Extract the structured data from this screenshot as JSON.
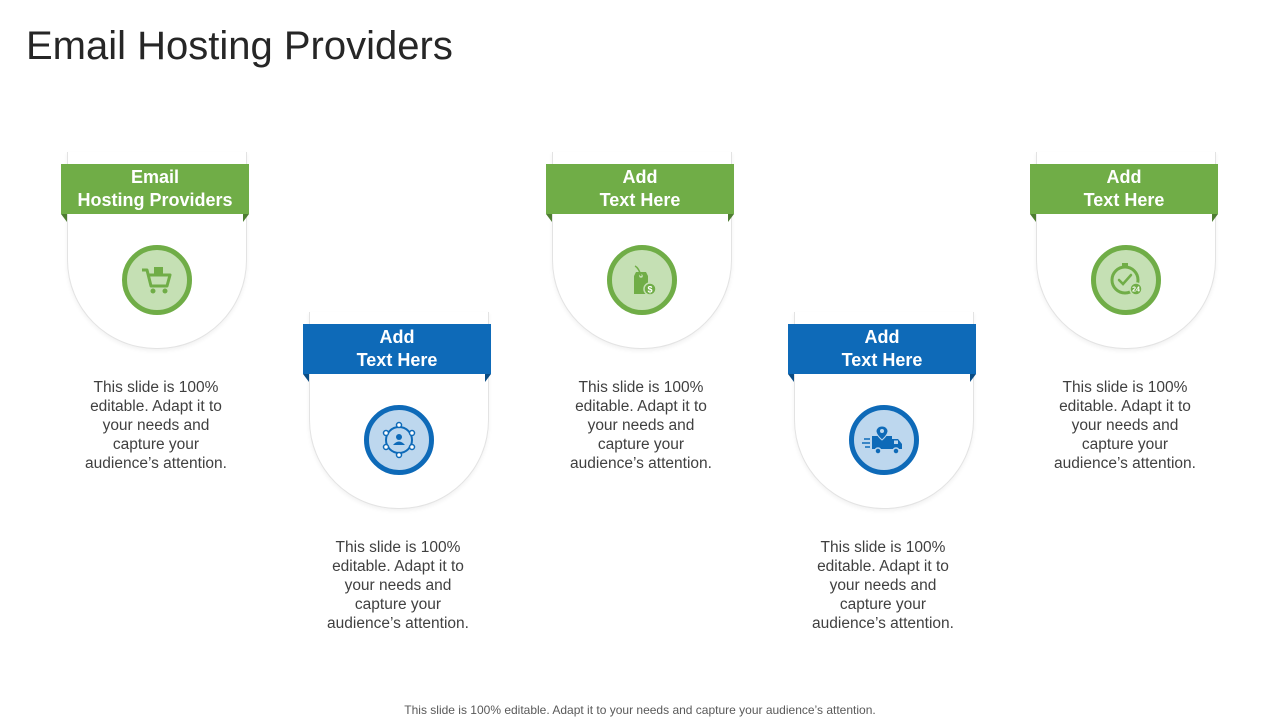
{
  "title": "Email Hosting Providers",
  "cards": [
    {
      "heading_line1": "Email",
      "heading_line2": "Hosting Providers",
      "text_l1": "This slide is 100%",
      "text_l2": "editable. Adapt it to",
      "text_l3": "your needs and",
      "text_l4": "capture your",
      "text_l5": "audience’s attention.",
      "icon": "shopping-cart-icon",
      "color": "#70ad47"
    },
    {
      "heading_line1": "Add",
      "heading_line2": "Text Here",
      "text_l1": "This slide is 100%",
      "text_l2": "editable. Adapt it to",
      "text_l3": "your needs and",
      "text_l4": "capture your",
      "text_l5": "audience’s attention.",
      "icon": "network-users-icon",
      "color": "#0e6ab8"
    },
    {
      "heading_line1": "Add",
      "heading_line2": "Text Here",
      "text_l1": "This slide is 100%",
      "text_l2": "editable. Adapt it to",
      "text_l3": "your needs and",
      "text_l4": "capture your",
      "text_l5": "audience’s attention.",
      "icon": "price-tag-icon",
      "color": "#70ad47"
    },
    {
      "heading_line1": "Add",
      "heading_line2": "Text Here",
      "text_l1": "This slide is 100%",
      "text_l2": "editable. Adapt it to",
      "text_l3": "your needs and",
      "text_l4": "capture your",
      "text_l5": "audience’s attention.",
      "icon": "delivery-truck-icon",
      "color": "#0e6ab8"
    },
    {
      "heading_line1": "Add",
      "heading_line2": "Text Here",
      "text_l1": "This slide is 100%",
      "text_l2": "editable. Adapt it to",
      "text_l3": "your needs and",
      "text_l4": "capture your",
      "text_l5": "audience’s attention.",
      "icon": "24-hour-clock-icon",
      "color": "#70ad47"
    }
  ],
  "footer": "This slide is 100% editable. Adapt it to your needs and capture your audience’s attention."
}
